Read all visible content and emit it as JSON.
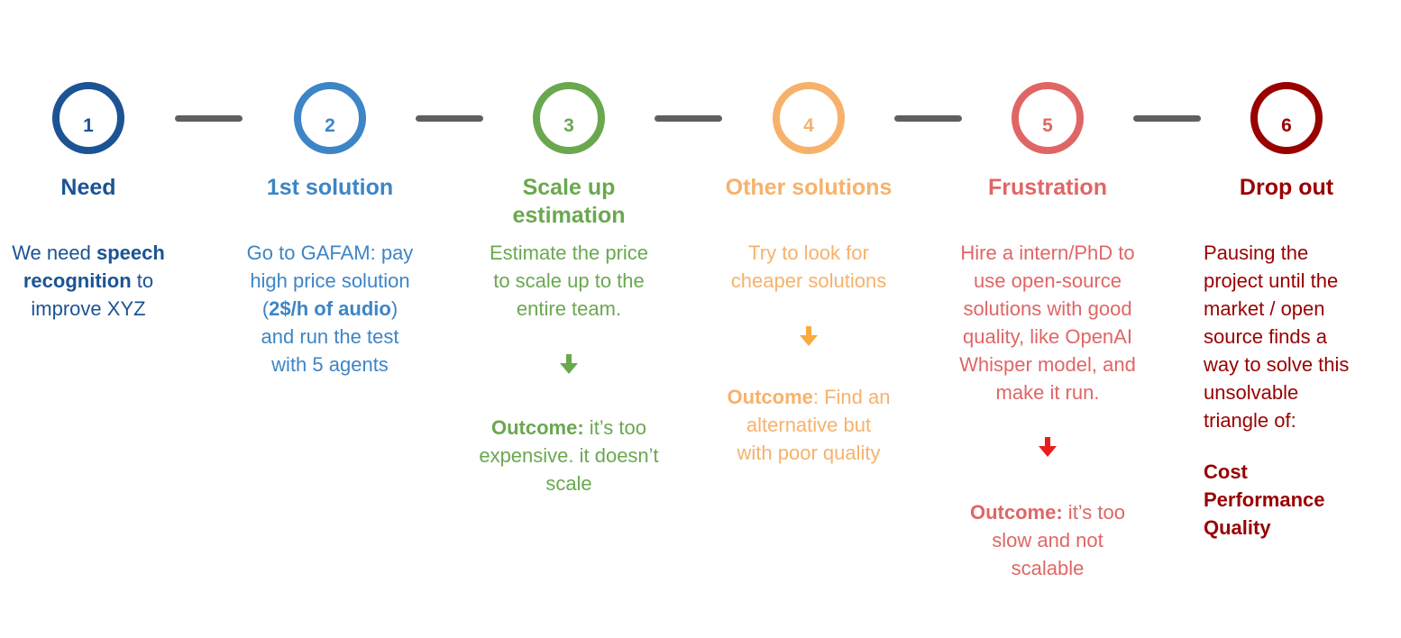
{
  "diagram": {
    "background": "#ffffff",
    "connector_color": "#5f5f5f",
    "connector_count": 5
  },
  "steps": [
    {
      "number": "1",
      "title": "Need",
      "color": "#1b5394",
      "body": [
        {
          "t": "We need ",
          "b": false
        },
        {
          "t": "speech\nrecognition",
          "b": true
        },
        {
          "t": " to\nimprove XYZ",
          "b": false
        }
      ]
    },
    {
      "number": "2",
      "title": "1st solution",
      "color": "#3d85c6",
      "body": [
        {
          "t": "Go to GAFAM: pay\nhigh price solution\n(",
          "b": false
        },
        {
          "t": "2$/h of audio",
          "b": true
        },
        {
          "t": ")\nand run the test\nwith 5 agents",
          "b": false
        }
      ]
    },
    {
      "number": "3",
      "title": "Scale up\nestimation",
      "color": "#6aa84f",
      "body": [
        {
          "t": "Estimate the price\nto scale up to the\nentire team.",
          "b": false
        }
      ],
      "arrow_icon": "down-arrow",
      "arrow_color": "#6aa84f",
      "outcome": [
        {
          "t": "Outcome:",
          "b": true
        },
        {
          "t": " it’s too\nexpensive. it doesn’t\nscale",
          "b": false
        }
      ]
    },
    {
      "number": "4",
      "title": "Other solutions",
      "color": "#f6b26b",
      "body": [
        {
          "t": "Try to look for\ncheaper solutions",
          "b": false
        }
      ],
      "arrow_icon": "down-arrow",
      "arrow_color": "#f9ab40",
      "outcome": [
        {
          "t": "Outcome",
          "b": true
        },
        {
          "t": ": Find an\nalternative but\nwith poor quality",
          "b": false
        }
      ]
    },
    {
      "number": "5",
      "title": "Frustration",
      "color": "#e06666",
      "body": [
        {
          "t": "Hire a intern/PhD to\nuse open-source\nsolutions with good\nquality, like OpenAI\nWhisper model, and\nmake it run.",
          "b": false
        }
      ],
      "arrow_icon": "down-arrow",
      "arrow_color": "#ea1d1d",
      "outcome": [
        {
          "t": "Outcome:",
          "b": true
        },
        {
          "t": " it’s too\nslow and not\nscalable",
          "b": false
        }
      ]
    },
    {
      "number": "6",
      "title": "Drop out",
      "color": "#990000",
      "body": [
        {
          "t": "Pausing the\nproject until the\nmarket / open\nsource finds a\nway to solve this\nunsolvable\ntriangle of:",
          "b": false
        }
      ],
      "footer": [
        {
          "t": "Cost\nPerformance\nQuality",
          "b": true
        }
      ]
    }
  ]
}
